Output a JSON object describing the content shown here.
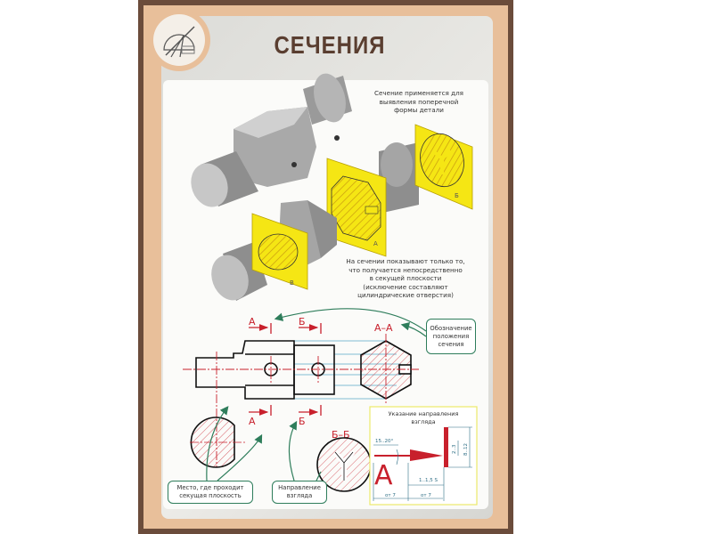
{
  "title": "СЕЧЕНИЯ",
  "logo_icon": "drafting-tools-icon",
  "notes": {
    "purpose": [
      "Сечение применяется для",
      "выявления поперечной",
      "формы детали"
    ],
    "rule": [
      "На сечении показывают только то,",
      "что получается непосредственно",
      "в секущей плоскости",
      "(исключение составляют",
      "цилиндрические отверстия)"
    ]
  },
  "plane_labels": {
    "a": "А",
    "b": "Б",
    "v": "В"
  },
  "drawing": {
    "cut_a_top": "А",
    "cut_b_top": "Б",
    "section_aa": "А–А",
    "cut_a_bottom": "А",
    "cut_b_bottom": "Б",
    "section_bb": "Б–Б"
  },
  "callouts": {
    "designation": [
      "Обозначение",
      "положения",
      "сечения"
    ],
    "cut_place": [
      "Место, где проходит",
      "секущая плоскость"
    ],
    "view_direction": [
      "Направление",
      "взгляда"
    ]
  },
  "detail": {
    "title": [
      "Указание направления",
      "взгляда"
    ],
    "angle": "15..20°",
    "tick_len": "2..3",
    "line_len": "8..12",
    "thickness": "1..1,5 S",
    "gap1": "от 7",
    "gap2": "от 7",
    "letter": "А"
  },
  "colors": {
    "frame": "#6b4c3b",
    "mat": "#e8bf9a",
    "plane": "#f5e614",
    "red": "#c8202c",
    "green": "#2e7d5b",
    "blue": "#5aa7c7"
  }
}
